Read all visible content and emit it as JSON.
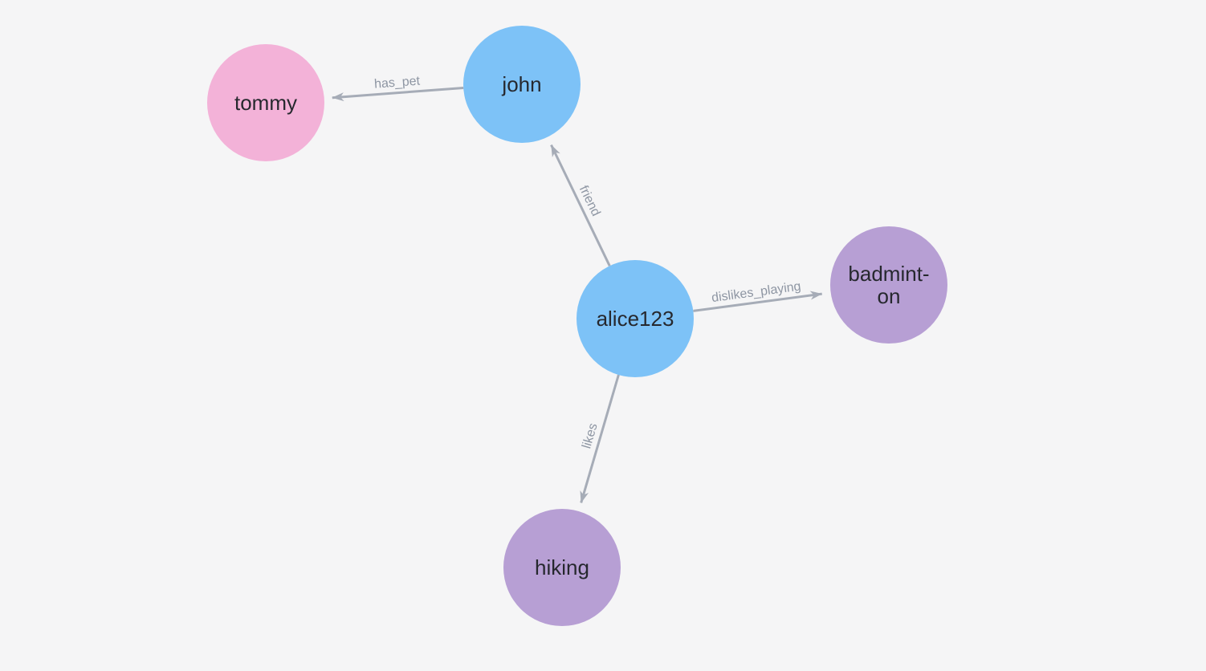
{
  "graph": {
    "nodes": [
      {
        "id": "tommy",
        "label": "tommy",
        "color": "#f3b2d8"
      },
      {
        "id": "john",
        "label": "john",
        "color": "#7dc2f7"
      },
      {
        "id": "alice123",
        "label": "alice123",
        "color": "#7dc2f7"
      },
      {
        "id": "badminton",
        "label": "badmint-\non",
        "color": "#b79fd4"
      },
      {
        "id": "hiking",
        "label": "hiking",
        "color": "#b79fd4"
      }
    ],
    "edges": [
      {
        "from": "john",
        "to": "tommy",
        "label": "has_pet"
      },
      {
        "from": "alice123",
        "to": "john",
        "label": "friend"
      },
      {
        "from": "alice123",
        "to": "badminton",
        "label": "dislikes_playing"
      },
      {
        "from": "alice123",
        "to": "hiking",
        "label": "likes"
      }
    ],
    "colors": {
      "background": "#f5f5f6",
      "edge": "#a6acb7",
      "edge_label": "#8e96a3",
      "node_text": "#26282e",
      "person_node": "#7dc2f7",
      "pet_node": "#f3b2d8",
      "activity_node": "#b79fd4"
    }
  }
}
